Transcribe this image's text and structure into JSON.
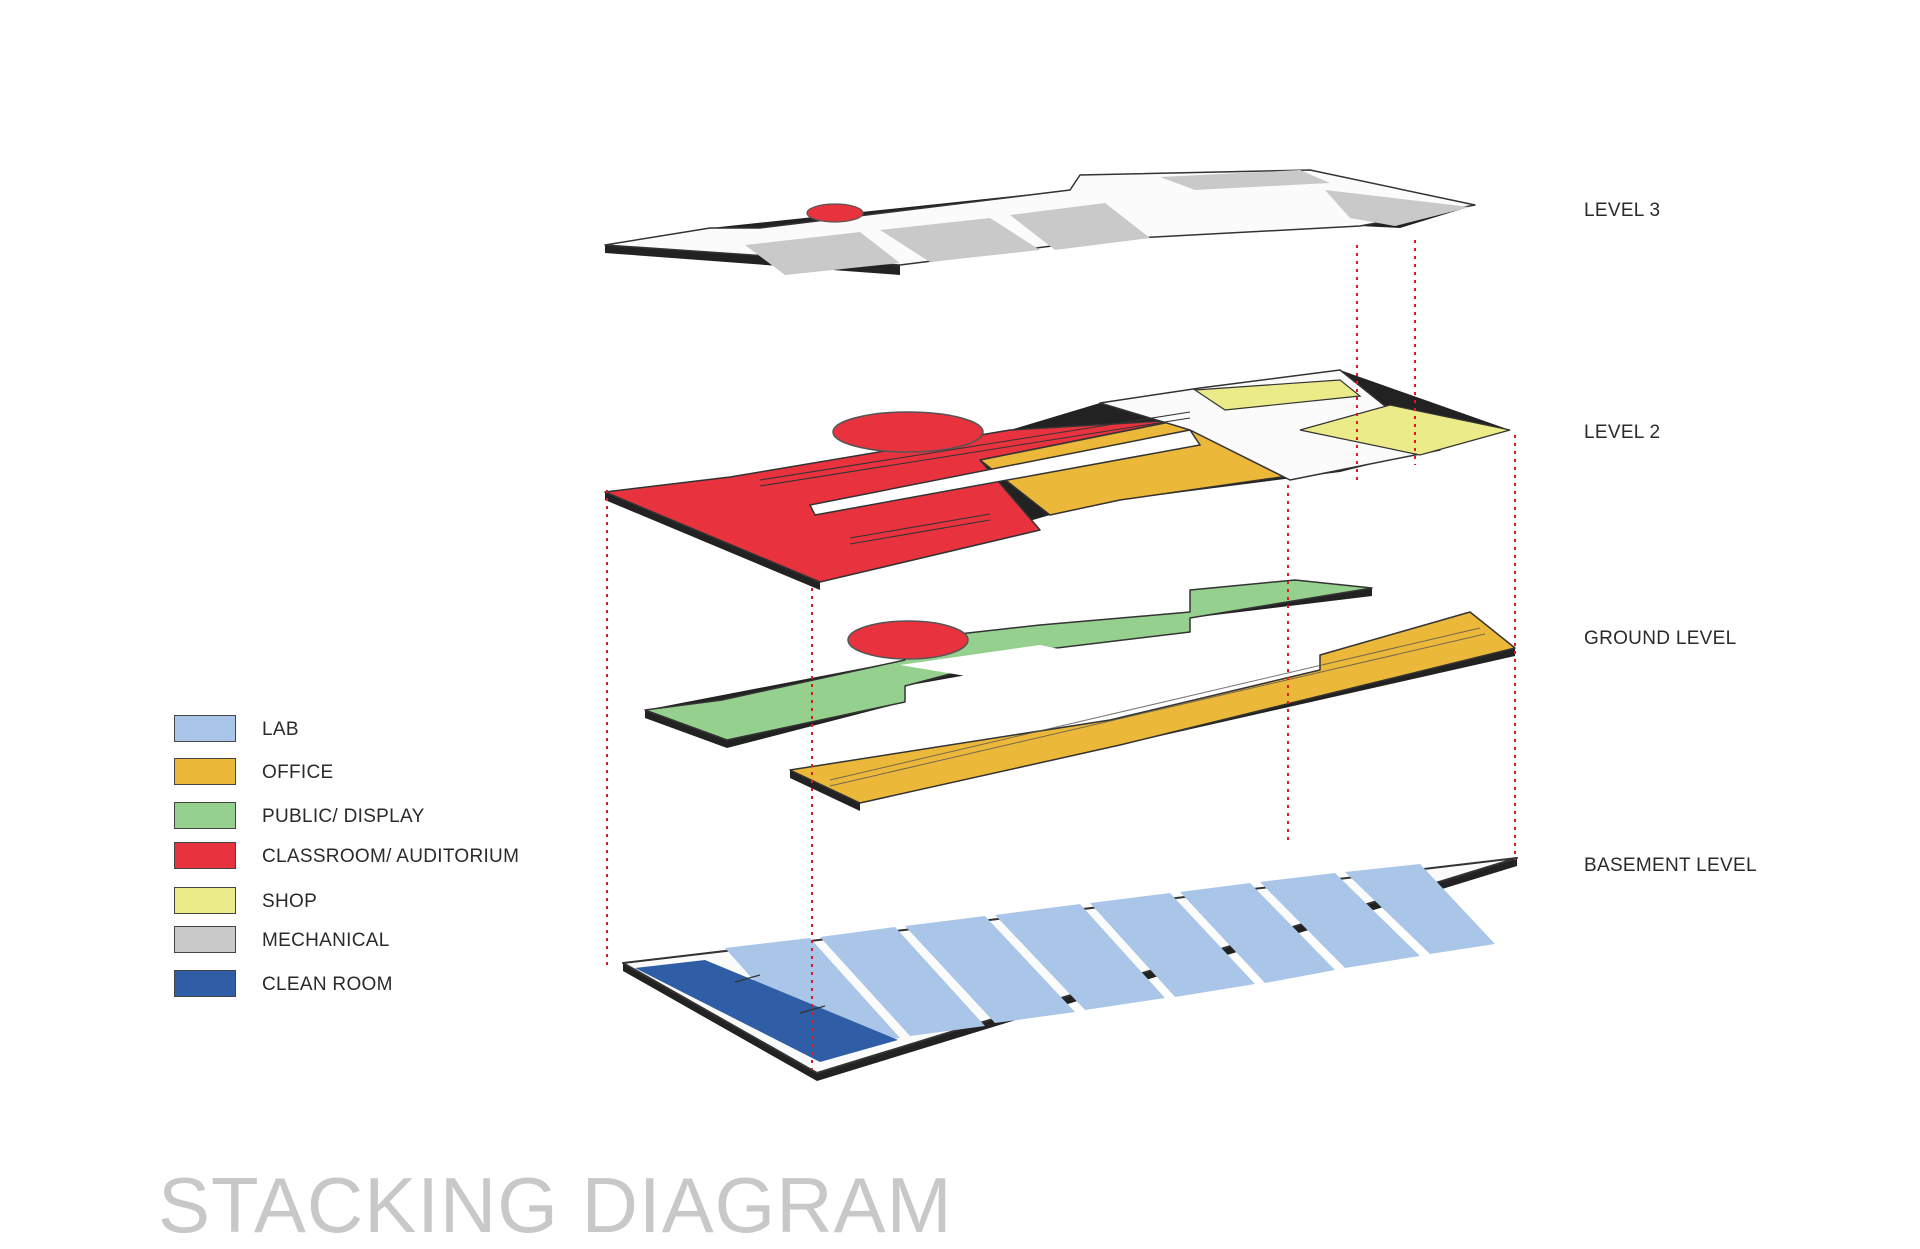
{
  "title": "STACKING DIAGRAM",
  "levels": [
    {
      "label": "LEVEL 3"
    },
    {
      "label": "LEVEL 2"
    },
    {
      "label": "GROUND LEVEL"
    },
    {
      "label": "BASEMENT LEVEL"
    }
  ],
  "legend": [
    {
      "label": "LAB",
      "color": "#a9c6e8"
    },
    {
      "label": "OFFICE",
      "color": "#ecb83a"
    },
    {
      "label": "PUBLIC/ DISPLAY",
      "color": "#96d08e"
    },
    {
      "label": "CLASSROOM/ AUDITORIUM",
      "color": "#e8333f"
    },
    {
      "label": "SHOP",
      "color": "#eceb8a"
    },
    {
      "label": "MECHANICAL",
      "color": "#c9c9c9"
    },
    {
      "label": "CLEAN ROOM",
      "color": "#2f5ea6"
    }
  ]
}
